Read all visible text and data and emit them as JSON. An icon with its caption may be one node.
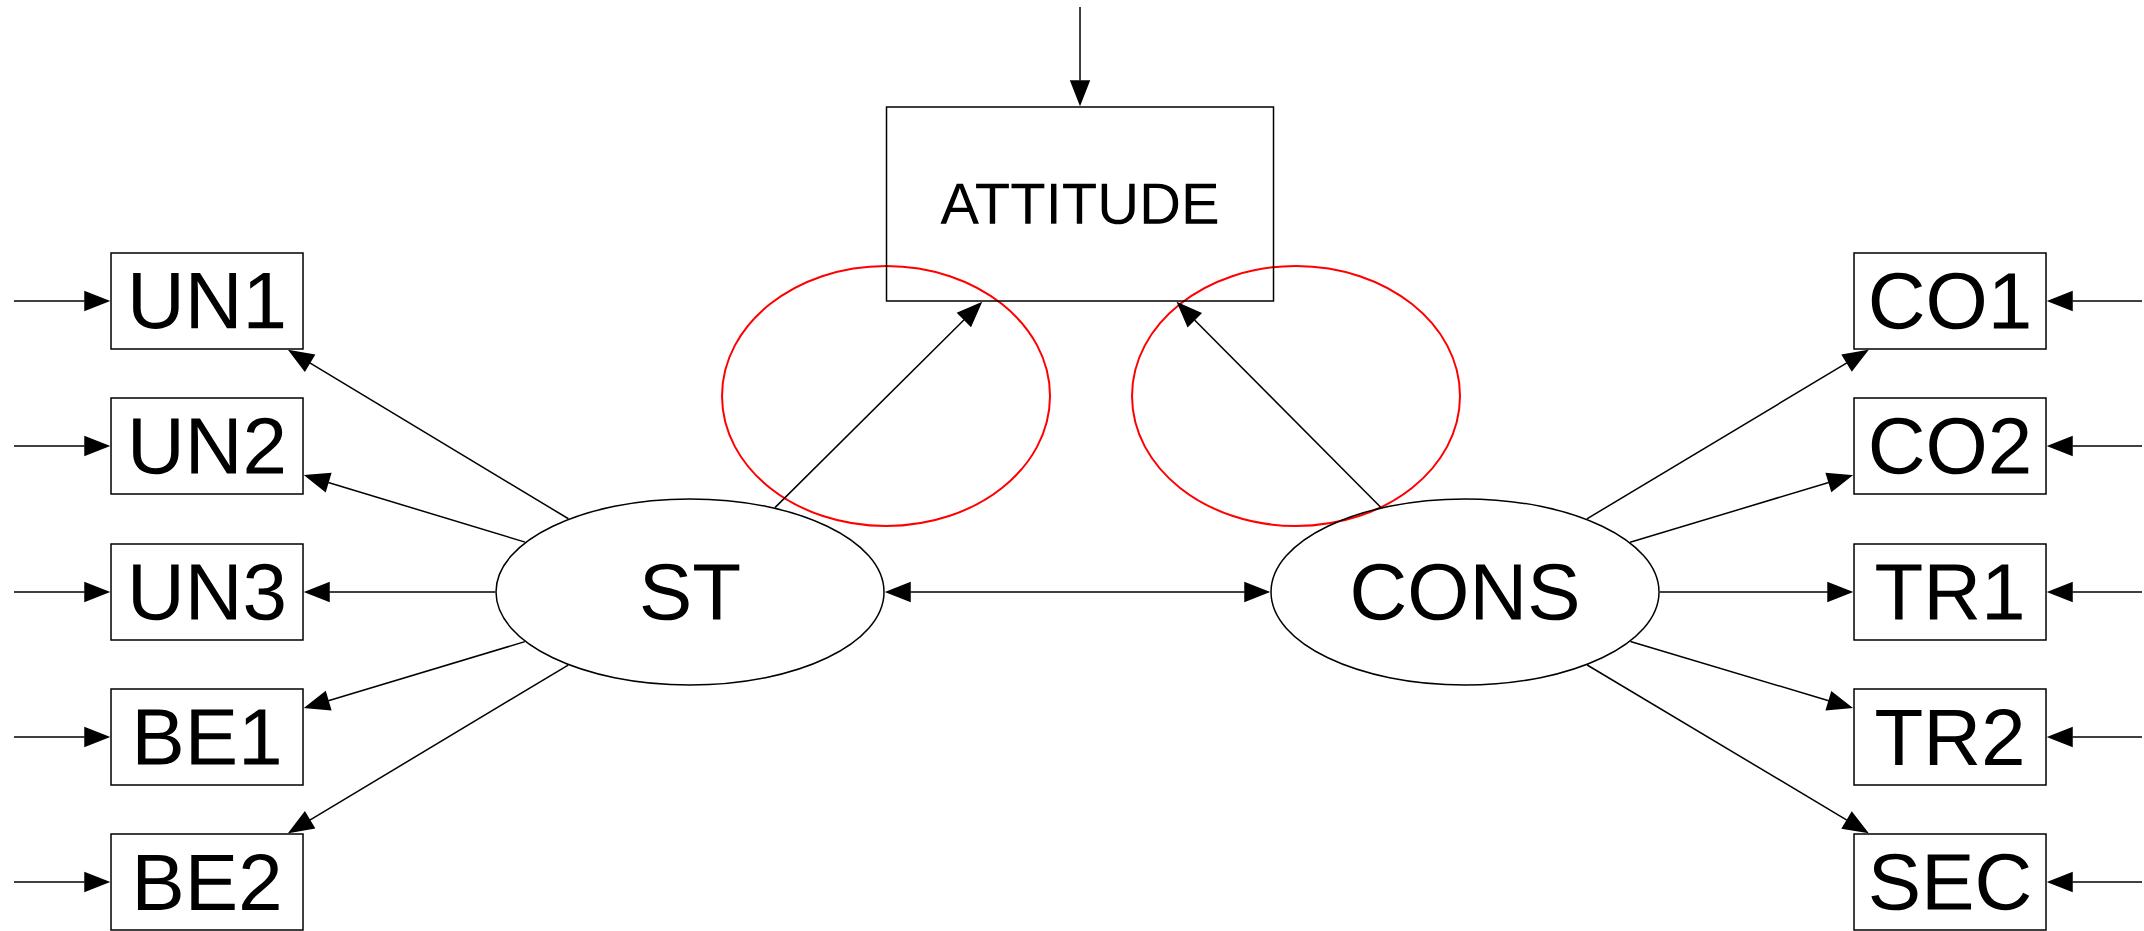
{
  "diagram": {
    "nodes": [
      {
        "text": [
          "ATTITUDE"
        ]
      },
      {
        "text": [
          "UN1"
        ]
      },
      {
        "text": [
          "UN2"
        ]
      },
      {
        "text": [
          "UN3"
        ]
      },
      {
        "text": [
          "BE1"
        ]
      },
      {
        "text": [
          "BE2"
        ]
      },
      {
        "text": [
          "ST"
        ]
      },
      {
        "text": [
          "CONS"
        ]
      },
      {
        "text": [
          "CO1"
        ]
      },
      {
        "text": [
          "CO2"
        ]
      },
      {
        "text": [
          "TR1"
        ]
      },
      {
        "text": [
          "TR2"
        ]
      },
      {
        "text": [
          "SEC"
        ]
      }
    ],
    "edges": [
      {
        "from": null,
        "to": 0,
        "arrow": "to"
      },
      {
        "from": null,
        "to": 1,
        "arrow": "to"
      },
      {
        "from": null,
        "to": 2,
        "arrow": "to"
      },
      {
        "from": null,
        "to": 3,
        "arrow": "to"
      },
      {
        "from": null,
        "to": 4,
        "arrow": "to"
      },
      {
        "from": null,
        "to": 5,
        "arrow": "to"
      },
      {
        "from": 6,
        "to": 1,
        "arrow": "to"
      },
      {
        "from": 6,
        "to": 2,
        "arrow": "to"
      },
      {
        "from": 6,
        "to": 3,
        "arrow": "to"
      },
      {
        "from": 6,
        "to": 4,
        "arrow": "to"
      },
      {
        "from": 6,
        "to": 5,
        "arrow": "to"
      },
      {
        "from": 6,
        "to": 0,
        "arrow": "to"
      },
      {
        "from": 7,
        "to": 0,
        "arrow": "to"
      },
      {
        "from": 6,
        "to": 7,
        "arrow": "both"
      },
      {
        "from": 7,
        "to": 8,
        "arrow": "to"
      },
      {
        "from": 7,
        "to": 9,
        "arrow": "to"
      },
      {
        "from": 7,
        "to": 10,
        "arrow": "to"
      },
      {
        "from": 7,
        "to": 11,
        "arrow": "to"
      },
      {
        "from": 7,
        "to": 12,
        "arrow": "to"
      },
      {
        "from": null,
        "to": 8,
        "arrow": "to"
      },
      {
        "from": null,
        "to": 9,
        "arrow": "to"
      },
      {
        "from": null,
        "to": 10,
        "arrow": "to"
      },
      {
        "from": null,
        "to": 11,
        "arrow": "to"
      },
      {
        "from": null,
        "to": 12,
        "arrow": "to"
      }
    ]
  }
}
